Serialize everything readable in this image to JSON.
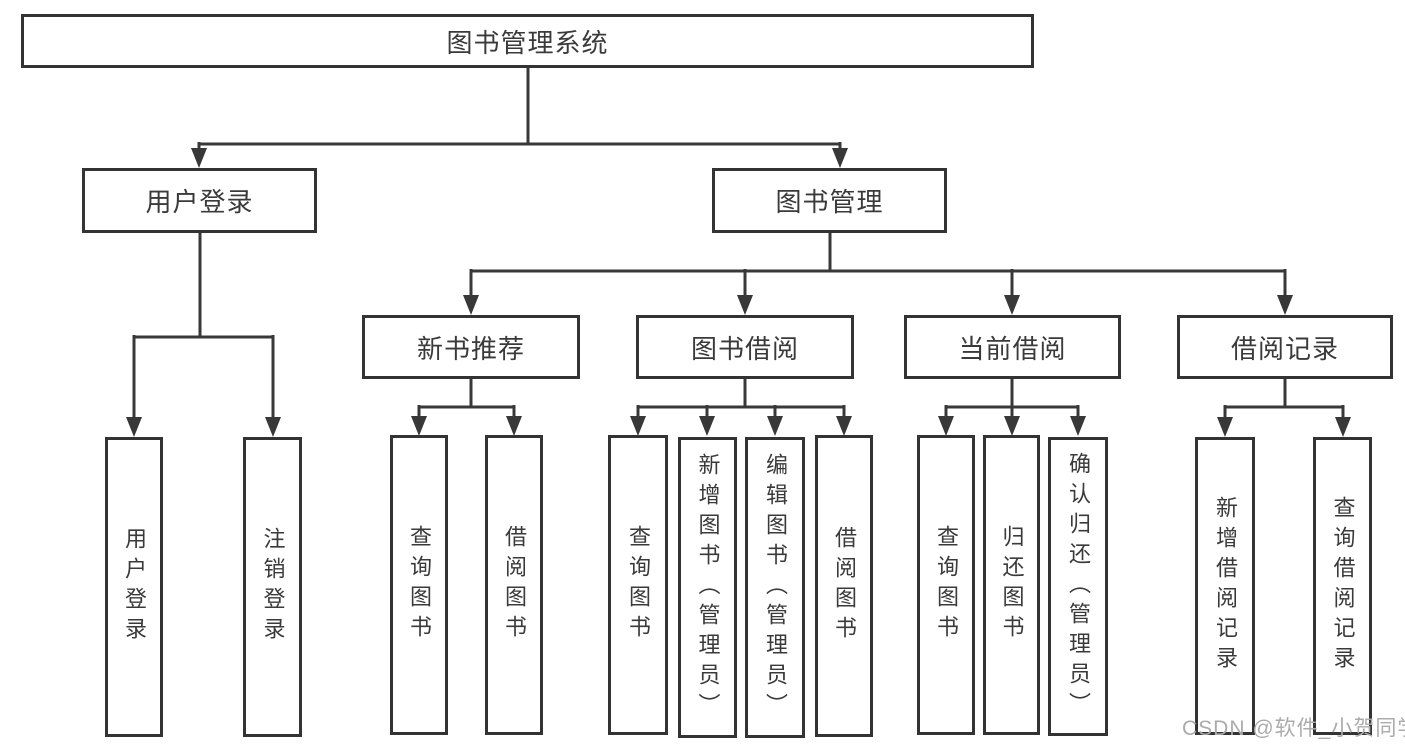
{
  "tree": {
    "root": {
      "label": "图书管理系统"
    },
    "level2": [
      {
        "label": "用户登录",
        "children": [
          {
            "label": "用户登录"
          },
          {
            "label": "注销登录"
          }
        ]
      },
      {
        "label": "图书管理",
        "children": [
          {
            "label": "新书推荐",
            "children": [
              {
                "label": "查询图书"
              },
              {
                "label": "借阅图书"
              }
            ]
          },
          {
            "label": "图书借阅",
            "children": [
              {
                "label": "查询图书"
              },
              {
                "label": "新增图书（管理员）"
              },
              {
                "label": "编辑图书（管理员）"
              },
              {
                "label": "借阅图书"
              }
            ]
          },
          {
            "label": "当前借阅",
            "children": [
              {
                "label": "查询图书"
              },
              {
                "label": "归还图书"
              },
              {
                "label": "确认归还（管理员）"
              }
            ]
          },
          {
            "label": "借阅记录",
            "children": [
              {
                "label": "新增借阅记录"
              },
              {
                "label": "查询借阅记录"
              }
            ]
          }
        ]
      }
    ]
  },
  "watermark": {
    "text": "CSDN @软件_小贺同学",
    "color": "#ababab"
  },
  "colors": {
    "background": "#ffffff",
    "box_border": "#333333",
    "line": "#383838",
    "text": "#3a3a3a"
  }
}
